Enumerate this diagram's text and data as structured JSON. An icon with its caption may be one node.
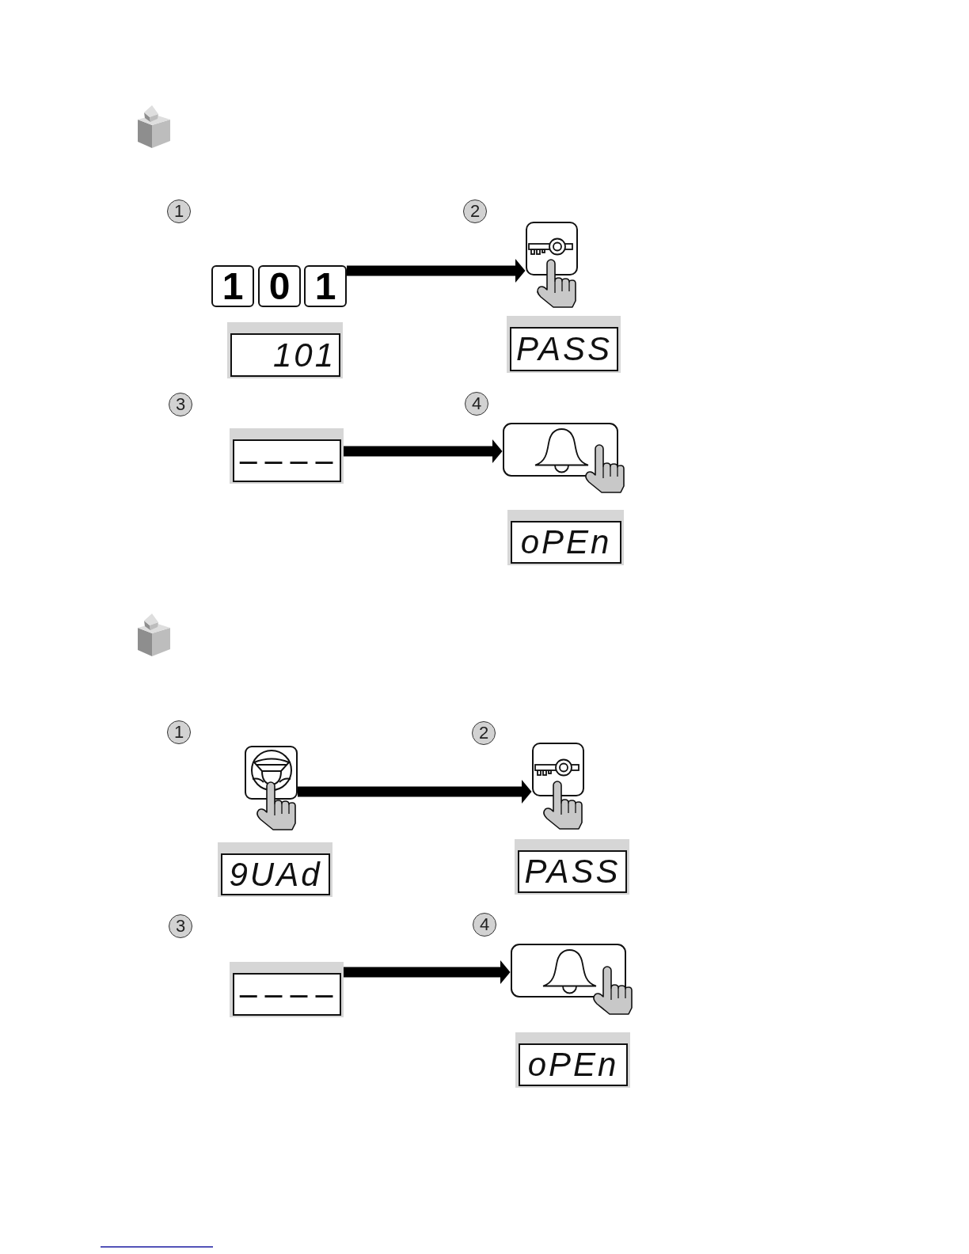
{
  "diagram": {
    "nodes": [
      {
        "text": [
          "1"
        ]
      },
      {
        "text": [
          "0"
        ]
      },
      {
        "text": [
          "1"
        ]
      },
      {
        "text": [
          "101"
        ]
      },
      {
        "text": [],
        "shape": "picture"
      },
      {
        "text": [
          "PASS"
        ]
      },
      {
        "text": [
          "----"
        ]
      },
      {
        "text": [],
        "shape": "picture"
      },
      {
        "text": [
          "oPEn"
        ]
      },
      {
        "text": [],
        "shape": "picture"
      },
      {
        "text": [
          "9UAd"
        ]
      },
      {
        "text": [],
        "shape": "picture"
      },
      {
        "text": [
          "PASS"
        ]
      },
      {
        "text": [
          "----"
        ]
      },
      {
        "text": [],
        "shape": "picture"
      },
      {
        "text": [
          "oPEn"
        ]
      }
    ],
    "edges": [
      {
        "from": 2,
        "to": 4,
        "arrow": "to"
      },
      {
        "from": 6,
        "to": 7,
        "arrow": "to"
      },
      {
        "from": 9,
        "to": 11,
        "arrow": "to"
      },
      {
        "from": 13,
        "to": 14,
        "arrow": "to"
      }
    ],
    "labels": [
      "1",
      "2",
      "3",
      "4",
      "1",
      "2",
      "3",
      "4"
    ]
  }
}
